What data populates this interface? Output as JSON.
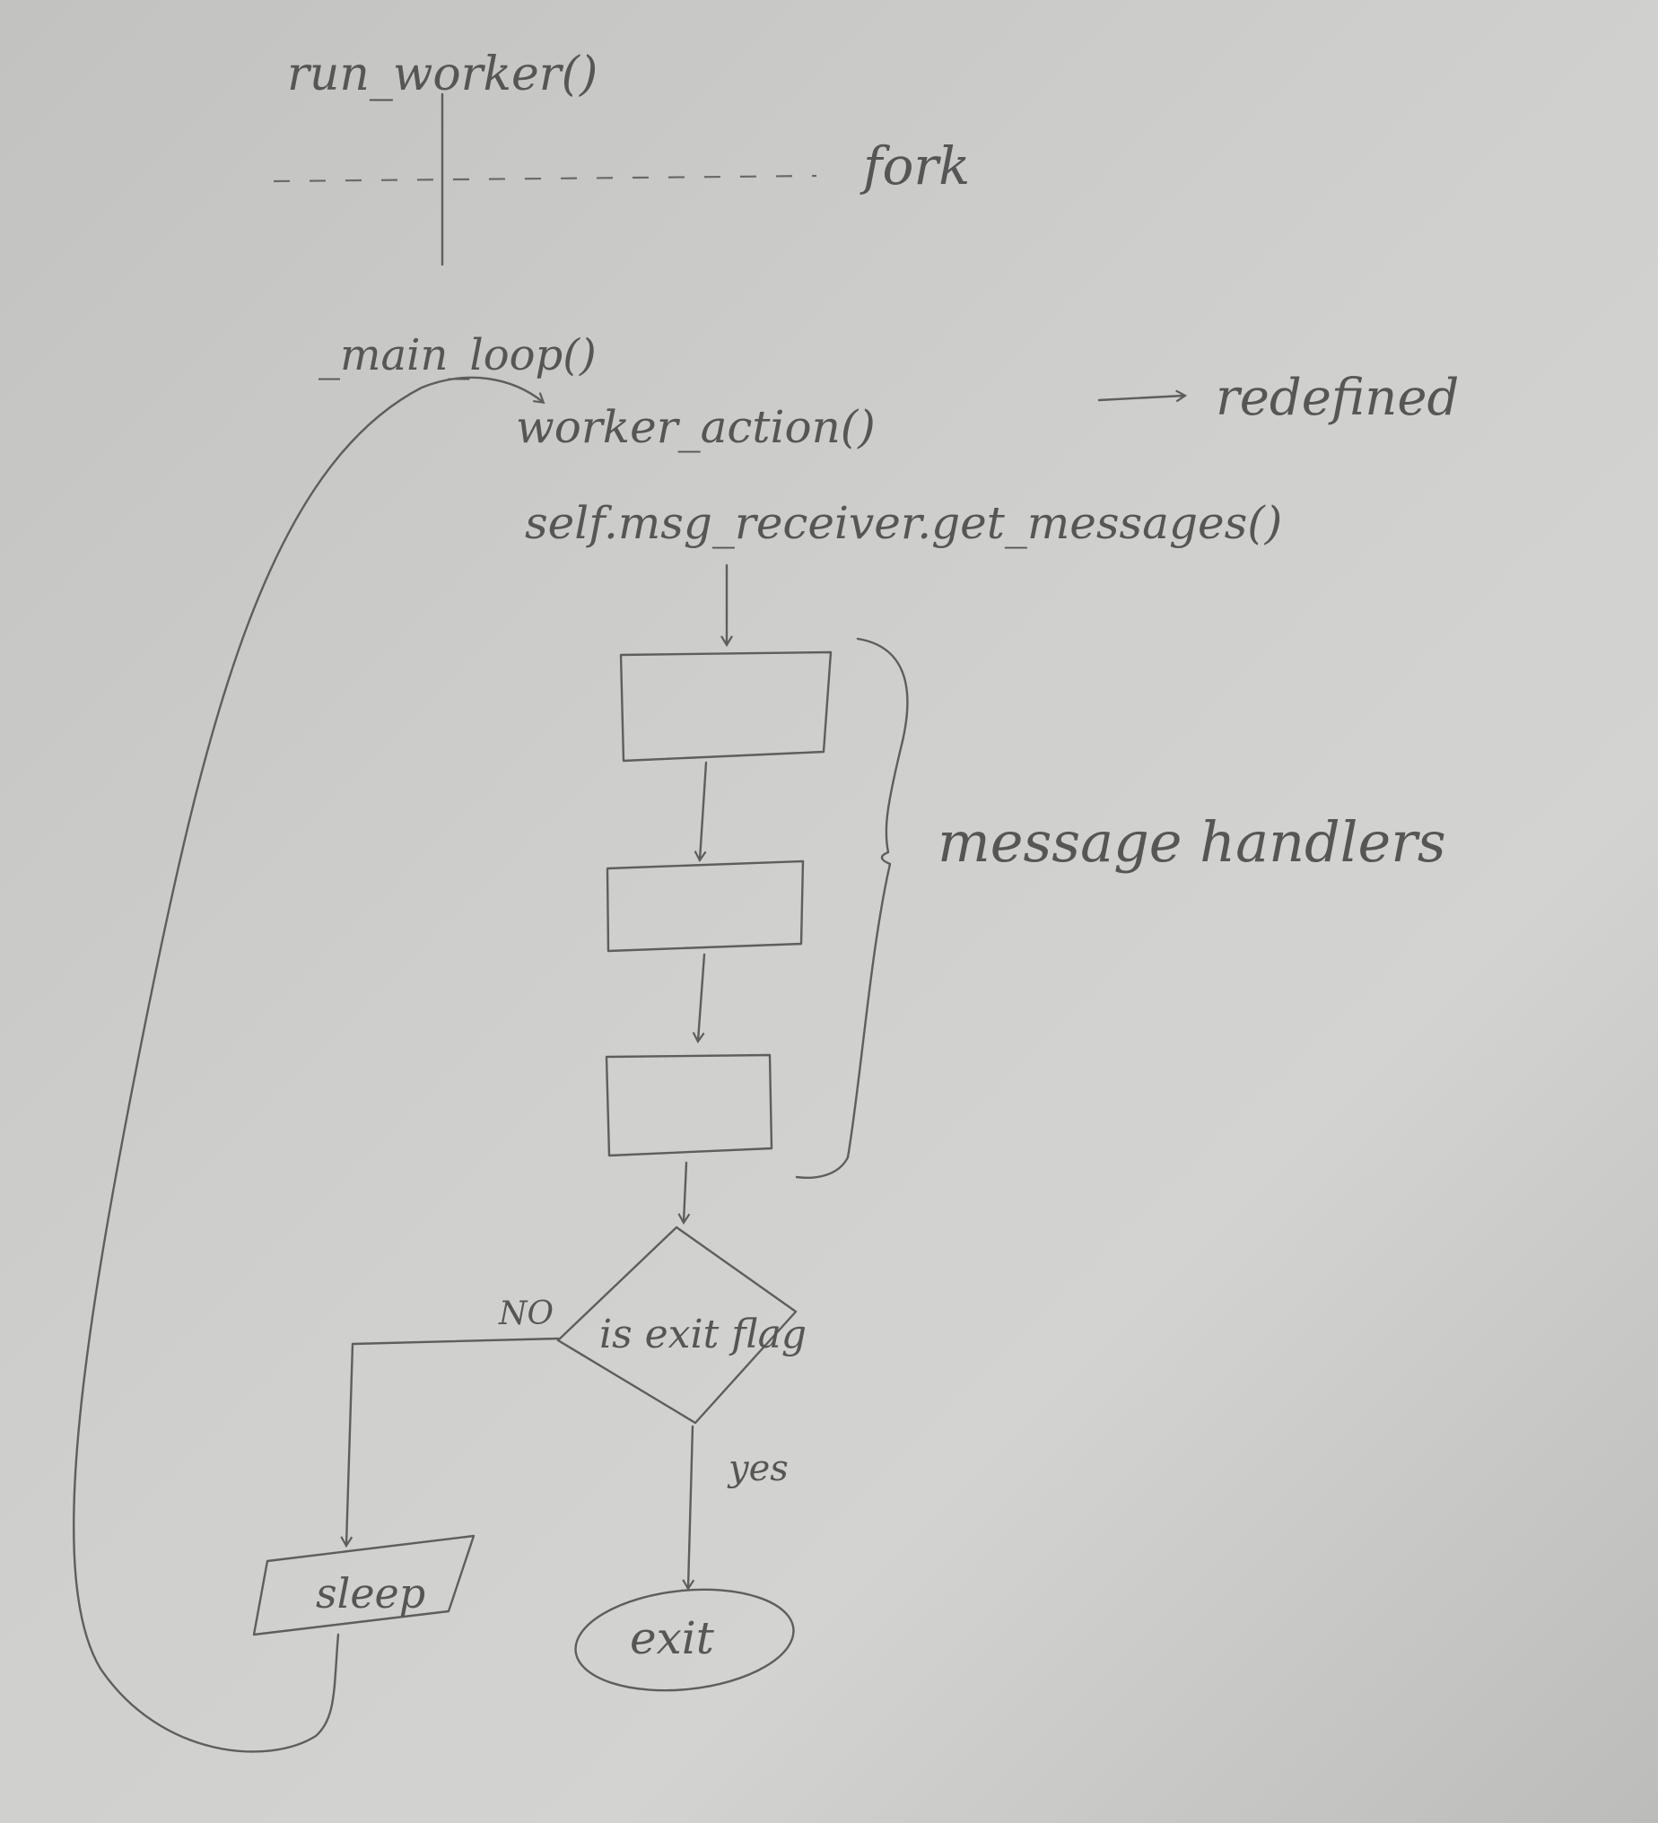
{
  "labels": {
    "run_worker": "run_worker()",
    "fork": "fork",
    "main_loop": "_main_loop()",
    "worker_action": "worker_action()",
    "redefined": "redefined",
    "get_messages": "self.msg_receiver.get_messages()",
    "message_handlers": "message handlers",
    "decision": "is exit flag",
    "no": "NO",
    "yes": "yes",
    "sleep": "sleep",
    "exit": "exit"
  },
  "colors": {
    "pencil": "#5e5e5e",
    "paper": "#cfcfcd"
  }
}
